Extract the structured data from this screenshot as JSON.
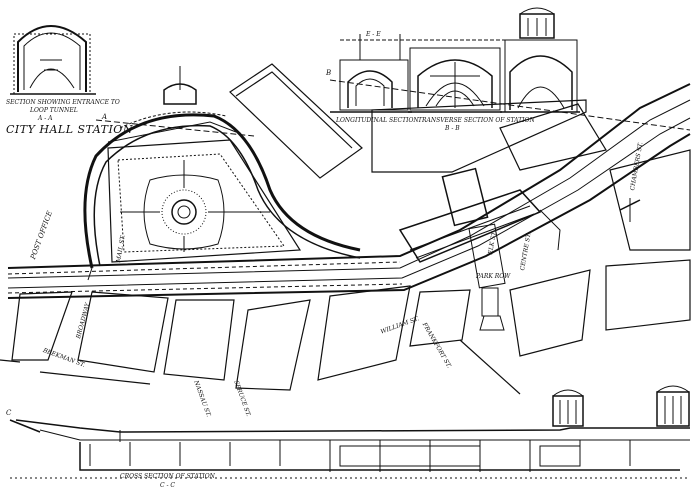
{
  "labels": {
    "section_a": "SECTION SHOWING ENTRANCE TO",
    "section_a2": "LOOP TUNNEL",
    "section_a3": "A - A",
    "station_title": "CITY HALL STATION",
    "longitudinal": "LONGITUDINAL SECTION",
    "transverse": "TRANSVERSE SECTION OF STATION",
    "transverse_key": "B - B",
    "section_top_key": "E - E",
    "post_office": "POST OFFICE",
    "mail_st": "MAIL ST.",
    "broadway": "BROADWAY",
    "park_row": "PARK ROW",
    "centre_st": "CENTRE ST.",
    "chambers_st": "CHAMBERS ST.",
    "elk_st": "ELK ST.",
    "nassau_st": "NASSAU ST.",
    "spruce_st": "SPRUCE ST.",
    "beekman_st": "BEEKMAN ST.",
    "william_st": "WILLIAM ST.",
    "frankfort_st": "FRANKFORT ST.",
    "cross_section": "CROSS SECTION OF STATION",
    "cross_key": "C - C",
    "marker_a": "A",
    "marker_b": "B",
    "marker_c": "C"
  }
}
